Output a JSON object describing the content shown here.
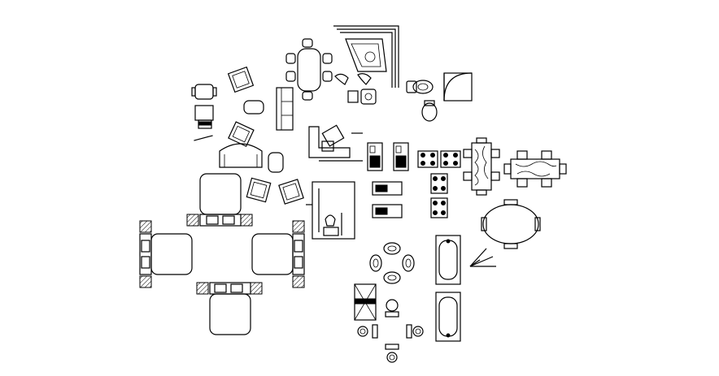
{
  "drawing": {
    "background": "#ffffff",
    "stroke_color": "#000000"
  },
  "blocks": [
    {
      "id": "dining-table-6-seat",
      "name": "dining-table-6-seat"
    },
    {
      "id": "corner-bathtub",
      "name": "corner-bathtub"
    },
    {
      "id": "toilet",
      "name": "toilet"
    },
    {
      "id": "corner-shower",
      "name": "corner-shower"
    },
    {
      "id": "office-chair",
      "name": "office-chair"
    },
    {
      "id": "armchair",
      "name": "armchair"
    },
    {
      "id": "sofa",
      "name": "sofa"
    },
    {
      "id": "bed",
      "name": "bed"
    },
    {
      "id": "oval-dining-table",
      "name": "oval-dining-table"
    },
    {
      "id": "bathtub",
      "name": "bathtub"
    }
  ]
}
